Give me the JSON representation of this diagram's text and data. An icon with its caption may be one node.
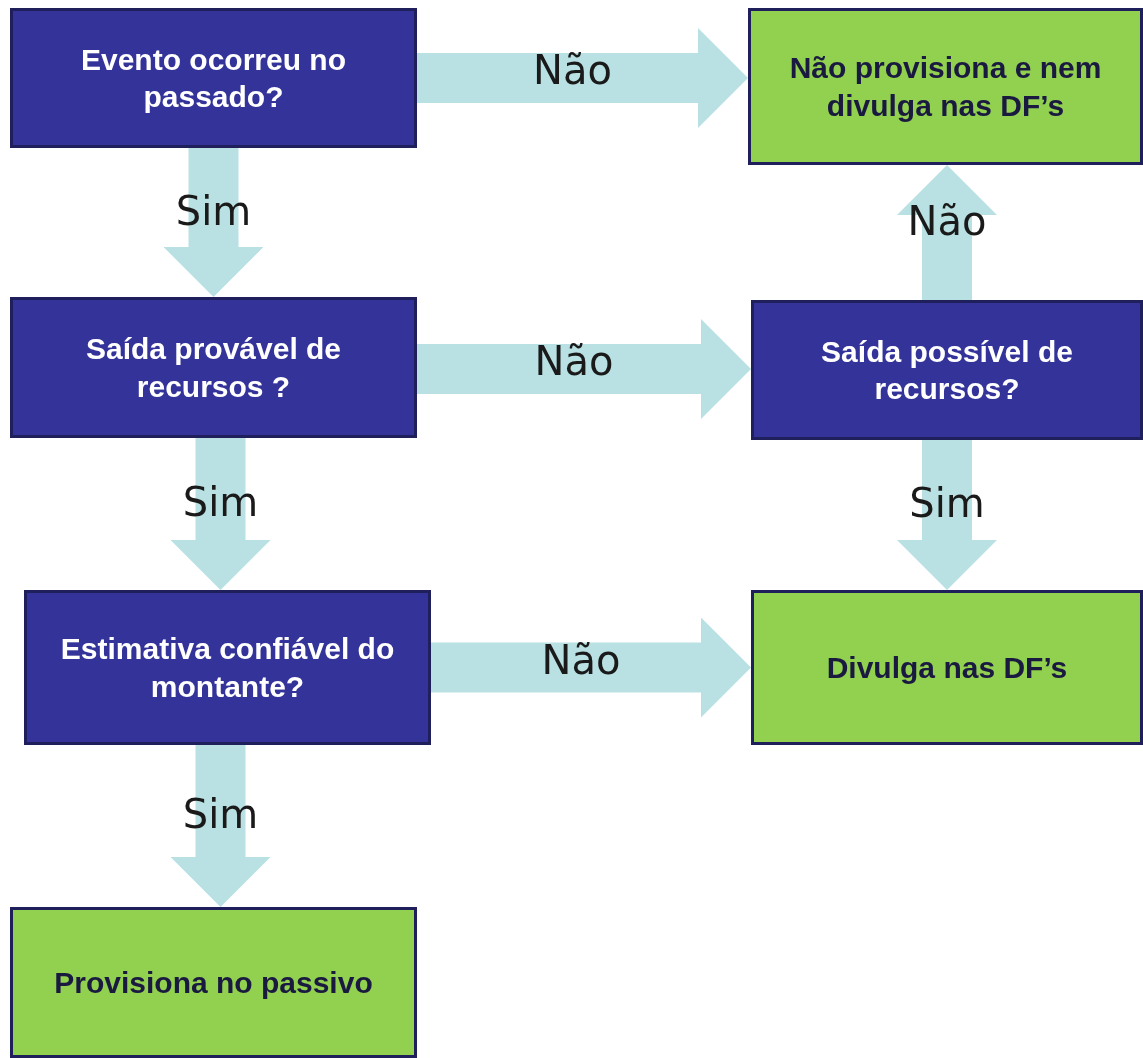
{
  "diagram": {
    "nodes": [
      {
        "text": [
          "Evento ocorreu no passado?"
        ]
      },
      {
        "text": [
          "Não provisiona e nem divulga nas DF’s"
        ]
      },
      {
        "text": [
          "Saída provável de recursos ?"
        ]
      },
      {
        "text": [
          "Saída possível de recursos?"
        ]
      },
      {
        "text": [
          "Estimativa confiável do montante?"
        ]
      },
      {
        "text": [
          "Divulga nas DF’s"
        ]
      },
      {
        "text": [
          "Provisiona no passivo"
        ]
      }
    ],
    "edges": [
      {
        "from": 0,
        "to": 1,
        "arrow": "to",
        "label": "Não"
      },
      {
        "from": 0,
        "to": 2,
        "arrow": "to",
        "label": "Sim"
      },
      {
        "from": 2,
        "to": 3,
        "arrow": "to",
        "label": "Não"
      },
      {
        "from": 3,
        "to": 1,
        "arrow": "to",
        "label": "Não"
      },
      {
        "from": 2,
        "to": 4,
        "arrow": "to",
        "label": "Sim"
      },
      {
        "from": 3,
        "to": 5,
        "arrow": "to",
        "label": "Sim"
      },
      {
        "from": 4,
        "to": 5,
        "arrow": "to",
        "label": "Não"
      },
      {
        "from": 4,
        "to": 6,
        "arrow": "to",
        "label": "Sim"
      }
    ]
  }
}
